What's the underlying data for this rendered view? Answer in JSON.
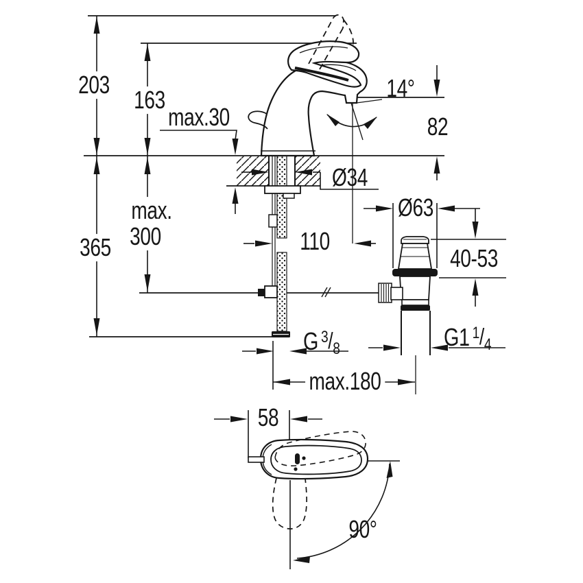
{
  "labels": {
    "height_overall": "203",
    "height_spout": "163",
    "deck_thickness": "max.30",
    "spray_angle": "14°",
    "spout_height": "82",
    "hole_diameter": "Ø34",
    "waste_flange_diameter": "Ø63",
    "hose_drop_line1": "max.",
    "hose_drop_line2": "300",
    "hose_length": "365",
    "spout_reach": "110",
    "clamping_range": "40-53",
    "hose_span": "max.180",
    "handle_offset": "58",
    "swivel_angle": "90°",
    "supply_thread": {
      "base": "G",
      "num": "3",
      "slash": "/",
      "den": "8"
    },
    "waste_thread": {
      "base": "G1",
      "num": "1",
      "slash": "/",
      "den": "4"
    }
  },
  "colors": {
    "line": "#161616",
    "background": "#ffffff"
  }
}
